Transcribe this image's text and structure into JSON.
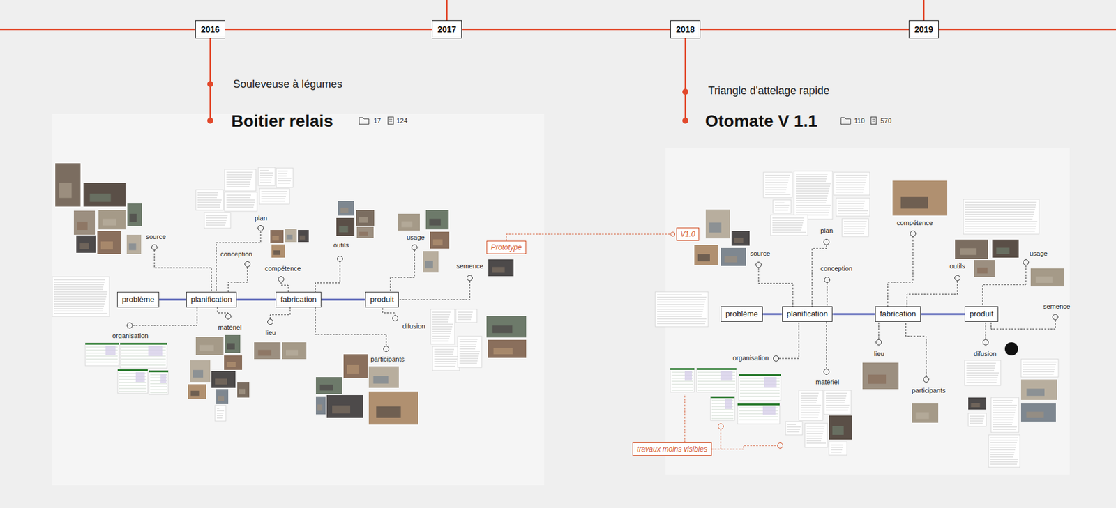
{
  "diagram": {
    "nodes": [
      {
        "text": [
          "2016"
        ]
      },
      {
        "text": [
          "2017"
        ]
      },
      {
        "text": [
          "2018"
        ]
      },
      {
        "text": [
          "2019"
        ]
      },
      {
        "text": [
          "problème"
        ]
      },
      {
        "text": [
          "planification"
        ]
      },
      {
        "text": [
          "fabrication"
        ]
      },
      {
        "text": [
          "produit"
        ]
      },
      {
        "text": [
          "Prototype"
        ]
      },
      {
        "text": [
          "V1.0"
        ]
      },
      {
        "text": [
          "problème"
        ]
      },
      {
        "text": [
          "planification"
        ]
      },
      {
        "text": [
          "fabrication"
        ]
      },
      {
        "text": [
          "produit"
        ]
      },
      {
        "text": [
          "travaux moins visibles"
        ]
      }
    ],
    "edges": [
      {
        "from": 0,
        "to": 1,
        "arrow": "none"
      },
      {
        "from": 1,
        "to": 2,
        "arrow": "none"
      },
      {
        "from": 2,
        "to": 3,
        "arrow": "none"
      },
      {
        "from": 4,
        "to": 5,
        "arrow": "none"
      },
      {
        "from": 5,
        "to": 6,
        "arrow": "none"
      },
      {
        "from": 6,
        "to": 7,
        "arrow": "none"
      },
      {
        "from": 8,
        "to": 9,
        "arrow": "none"
      },
      {
        "from": 10,
        "to": 11,
        "arrow": "none"
      },
      {
        "from": 11,
        "to": 12,
        "arrow": "none"
      },
      {
        "from": 12,
        "to": 13,
        "arrow": "none"
      }
    ],
    "labels": [
      "Souleveuse à légumes",
      "Boitier relais",
      "17",
      "124",
      "source",
      "plan",
      "conception",
      "compétence",
      "outils",
      "usage",
      "semence",
      "organisation",
      "matériel",
      "lieu",
      "participants",
      "difusion",
      "Triangle d'attelage rapide",
      "Otomate V 1.1",
      "110",
      "570",
      "source",
      "plan",
      "conception",
      "compétence",
      "outils",
      "usage",
      "semence",
      "organisation",
      "matériel",
      "lieu",
      "participants",
      "difusion"
    ]
  }
}
